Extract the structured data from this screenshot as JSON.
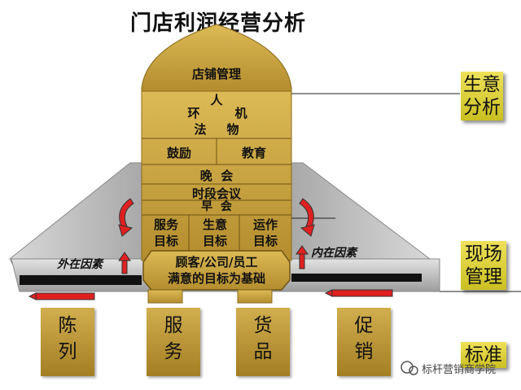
{
  "title": "门店利润经营分析",
  "side_labels": {
    "analysis": [
      "生意",
      "分析"
    ],
    "field": [
      "现场",
      "管理"
    ],
    "standard": [
      "标准"
    ]
  },
  "building": {
    "dome": "店铺管理",
    "people": "人",
    "env": "环",
    "machine": "机",
    "method": "法",
    "material": "物",
    "encourage": "鼓励",
    "education": "教育",
    "evening": "晚  会",
    "period_meeting": "时段会议",
    "morning": "早  会",
    "goals": [
      {
        "line1": "服务",
        "line2": "目标"
      },
      {
        "line1": "生意",
        "line2": "目标"
      },
      {
        "line1": "运作",
        "line2": "目标"
      }
    ],
    "base_line1": "顾客/公司/员工",
    "base_line2": "满意的目标为基础"
  },
  "external_factors": "外在因素",
  "internal_factors": "内在因素",
  "pillars": [
    {
      "line1": "陈",
      "line2": "列"
    },
    {
      "line1": "服",
      "line2": "务"
    },
    {
      "line1": "货",
      "line2": "品"
    },
    {
      "line1": "促",
      "line2": "销"
    }
  ],
  "watermark": "标杆营销商学院",
  "colors": {
    "gold": "#d1ad48",
    "gold_dark": "#a47e23",
    "yellow_box": "#e3d744",
    "red": "#e02020",
    "gray_wing": "#b8b8b8"
  }
}
